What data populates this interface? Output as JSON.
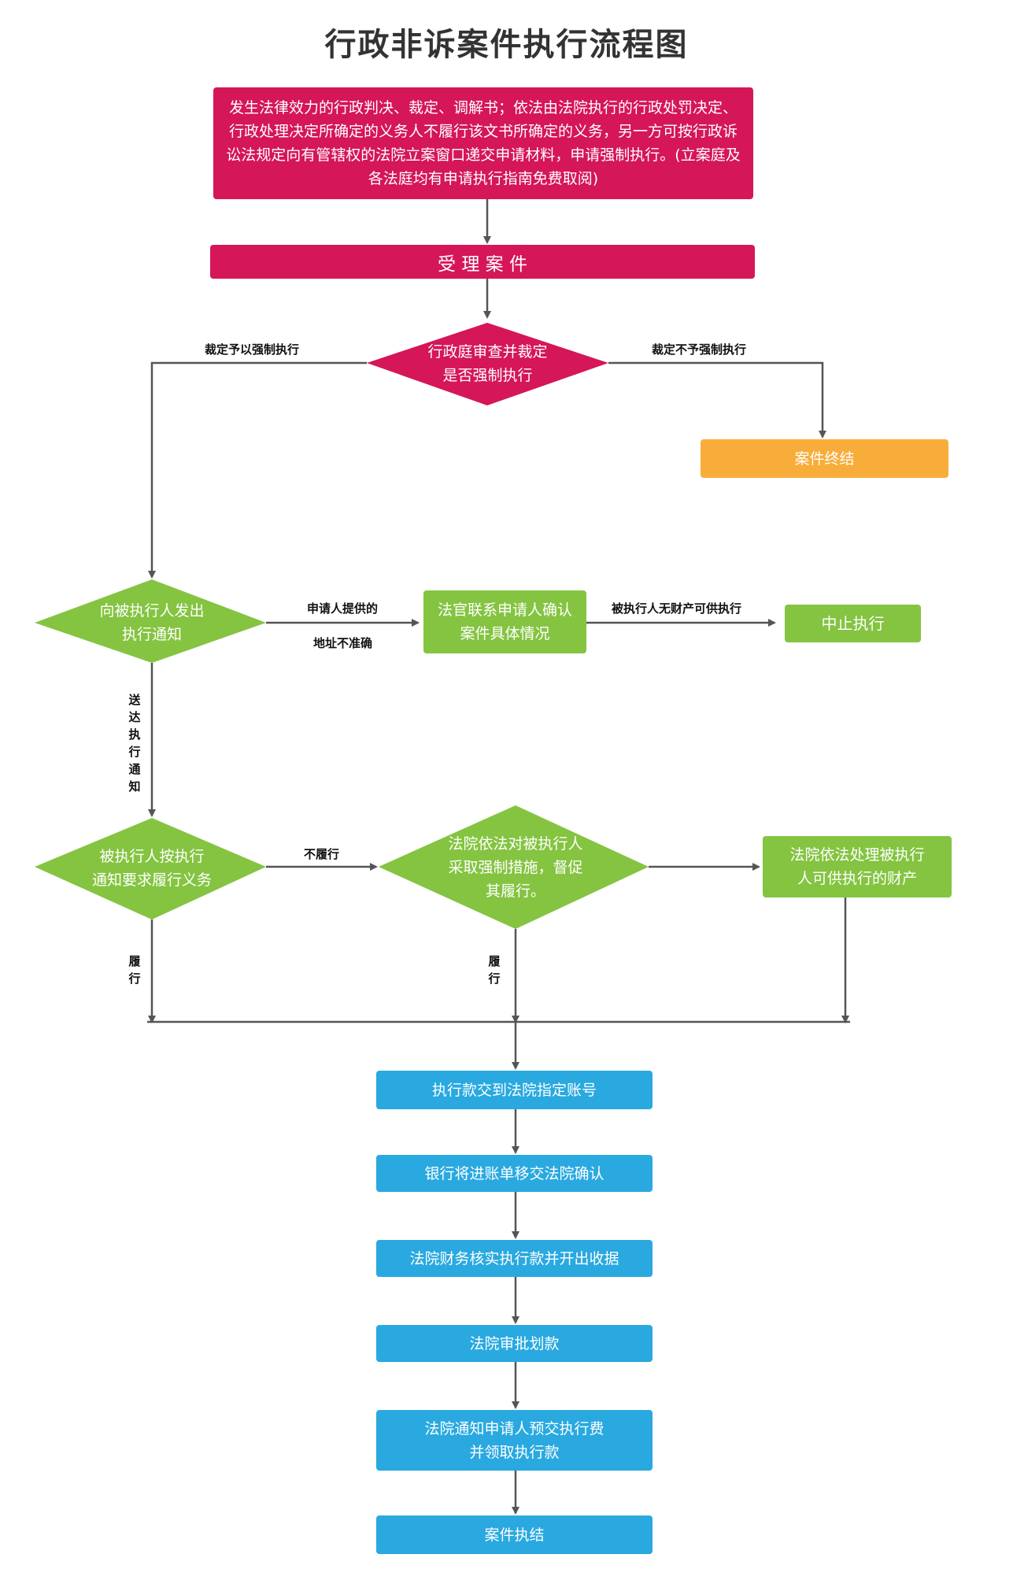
{
  "title": "行政非诉案件执行流程图",
  "colors": {
    "red": "#d51659",
    "orange": "#f8ad3a",
    "green": "#84c441",
    "blue": "#29a9e0",
    "line": "#555555"
  },
  "nodes": {
    "application": "发生法律效力的行政判决、裁定、调解书；依法由法院执行的行政处罚决定、行政处理决定所确定的义务人不履行该文书所确定的义务，另一方可按行政诉讼法规定向有管辖权的法院立案窗口递交申请材料，申请强制执行。(立案庭及各法庭均有申请执行指南免费取阅)",
    "accept_case": "受 理 案 件",
    "review": "行政庭审查并裁定\n是否强制执行",
    "case_end_top": "案件终结",
    "notify": "向被执行人发出\n执行通知",
    "contact_applicant": "法官联系申请人确认\n案件具体情况",
    "suspend": "中止执行",
    "perform_request": "被执行人按执行\n通知要求履行义务",
    "enforce_measures": "法院依法对被执行人\n采取强制措施，督促\n其履行。",
    "dispose_property": "法院依法处理被执行\n人可供执行的财产",
    "pay_to_account": "执行款交到法院指定账号",
    "bank_transfer": "银行将进账单移交法院确认",
    "receipt": "法院财务核实执行款并开出收据",
    "approve": "法院审批划款",
    "notify_fee": "法院通知申请人预交执行费\n并领取执行款",
    "case_end_bottom": "案件执结"
  },
  "edge_labels": {
    "ruling_enforce": "裁定予以强制执行",
    "ruling_not_enforce": "裁定不予强制执行",
    "address_line1": "申请人提供的",
    "address_line2": "地址不准确",
    "no_property": "被执行人无财产可供执行",
    "deliver_notice": "送达执行通知",
    "not_perform": "不履行",
    "perform_left": "履行",
    "perform_mid": "履行"
  }
}
